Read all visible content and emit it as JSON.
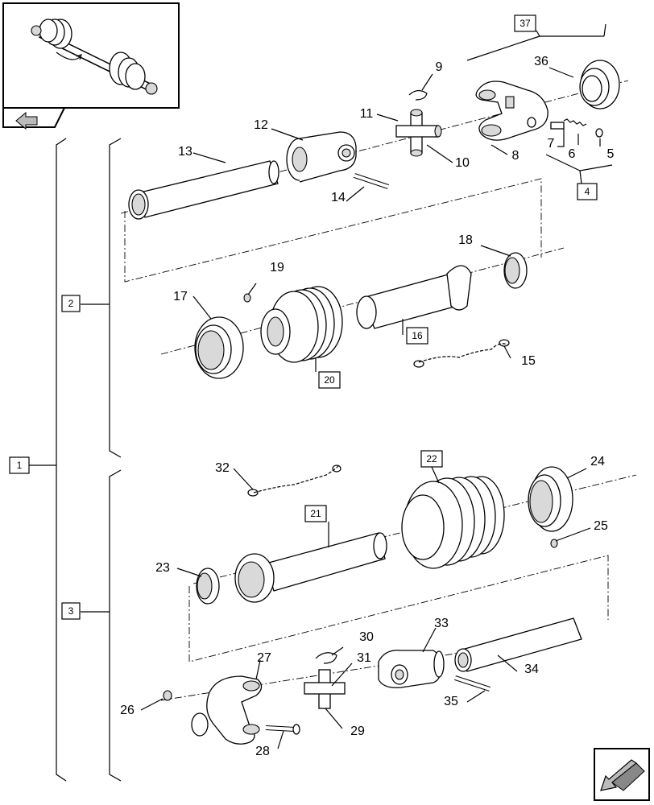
{
  "callouts": [
    {
      "id": "c5",
      "text": "5"
    },
    {
      "id": "c6",
      "text": "6"
    },
    {
      "id": "c7",
      "text": "7"
    },
    {
      "id": "c8",
      "text": "8"
    },
    {
      "id": "c9",
      "text": "9"
    },
    {
      "id": "c10",
      "text": "10"
    },
    {
      "id": "c11",
      "text": "11"
    },
    {
      "id": "c12",
      "text": "12"
    },
    {
      "id": "c13",
      "text": "13"
    },
    {
      "id": "c14",
      "text": "14"
    },
    {
      "id": "c15",
      "text": "15"
    },
    {
      "id": "c17",
      "text": "17"
    },
    {
      "id": "c18",
      "text": "18"
    },
    {
      "id": "c19",
      "text": "19"
    },
    {
      "id": "c23",
      "text": "23"
    },
    {
      "id": "c24",
      "text": "24"
    },
    {
      "id": "c25",
      "text": "25"
    },
    {
      "id": "c26",
      "text": "26"
    },
    {
      "id": "c27",
      "text": "27"
    },
    {
      "id": "c28",
      "text": "28"
    },
    {
      "id": "c29",
      "text": "29"
    },
    {
      "id": "c30",
      "text": "30"
    },
    {
      "id": "c31",
      "text": "31"
    },
    {
      "id": "c32",
      "text": "32"
    },
    {
      "id": "c33",
      "text": "33"
    },
    {
      "id": "c34",
      "text": "34"
    },
    {
      "id": "c35",
      "text": "35"
    },
    {
      "id": "c36",
      "text": "36"
    }
  ],
  "boxed": [
    {
      "id": "b1",
      "text": "1"
    },
    {
      "id": "b2",
      "text": "2"
    },
    {
      "id": "b3",
      "text": "3"
    },
    {
      "id": "b4",
      "text": "4"
    },
    {
      "id": "b16",
      "text": "16"
    },
    {
      "id": "b20",
      "text": "20"
    },
    {
      "id": "b21",
      "text": "21"
    },
    {
      "id": "b22",
      "text": "22"
    },
    {
      "id": "b37",
      "text": "37"
    }
  ],
  "icons": {
    "thumbnail": "pto-driveshaft-overview-icon",
    "thumbnail_tab": "previous-page-arrow-icon",
    "nav": "next-page-arrow-icon"
  }
}
